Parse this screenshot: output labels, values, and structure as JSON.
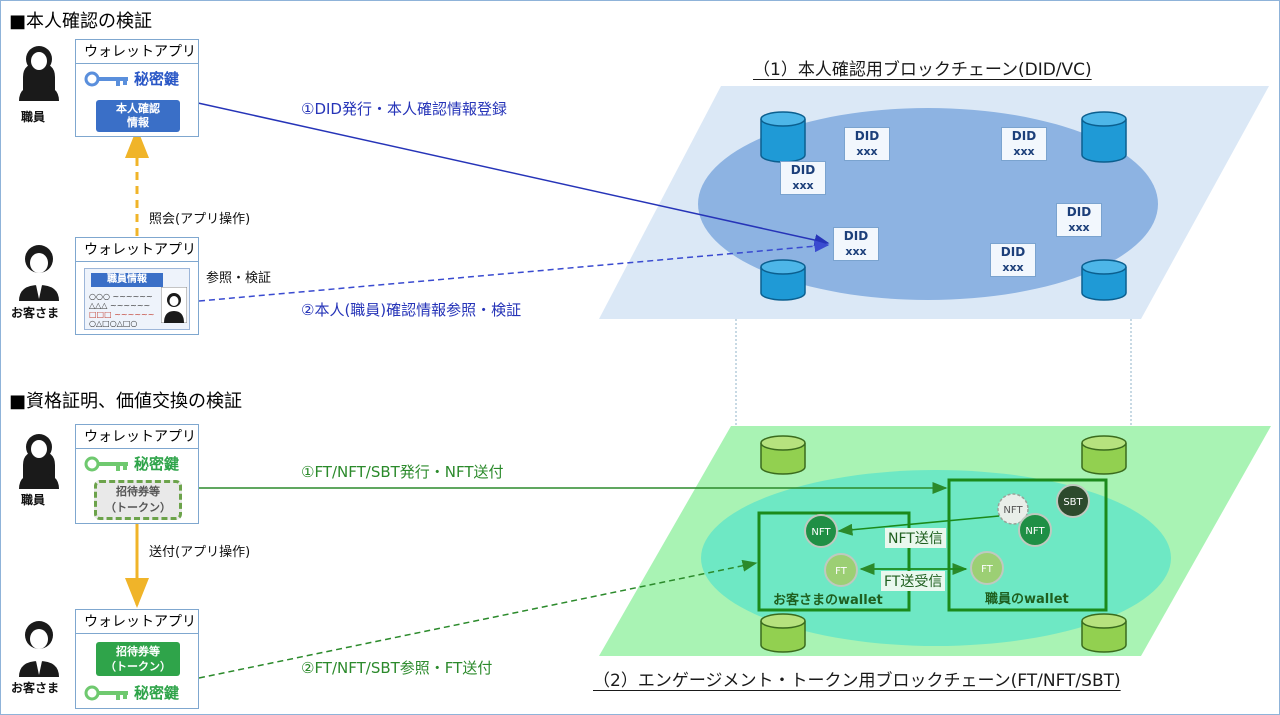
{
  "headings": {
    "section1": "■本人確認の検証",
    "section2": "■資格証明、価値交換の検証"
  },
  "blockchains": {
    "bc1_title": "（1）本人確認用ブロックチェーン(DID/VC)",
    "bc2_title": "（2）エンゲージメント・トークン用ブロックチェーン(FT/NFT/SBT)"
  },
  "people": {
    "staff": "職員",
    "customer": "お客さま"
  },
  "wallet": {
    "app_title": "ウォレットアプリ",
    "private_key": "秘密鍵",
    "id_info_line1": "本人確認",
    "id_info_line2": "情報",
    "staff_card_title": "職員情報",
    "invite_line1": "招待券等",
    "invite_line2": "（トークン）"
  },
  "arrows": {
    "did_issue": "①DID発行・本人確認情報登録",
    "did_verify": "②本人(職員)確認情報参照・検証",
    "inquiry": "照会(アプリ操作)",
    "ref_verify": "参照・検証",
    "ft_issue": "①FT/NFT/SBT発行・NFT送付",
    "ft_ref": "②FT/NFT/SBT参照・FT送付",
    "send": "送付(アプリ操作)"
  },
  "did_boxes": [
    {
      "label": "DID",
      "value": "xxx"
    },
    {
      "label": "DID",
      "value": "xxx"
    },
    {
      "label": "DID",
      "value": "xxx"
    },
    {
      "label": "DID",
      "value": "xxx"
    },
    {
      "label": "DID",
      "value": "xxx"
    },
    {
      "label": "DID",
      "value": "xxx"
    }
  ],
  "token_chain": {
    "nft_send": "NFT送信",
    "ft_exchange": "FT送受信",
    "customer_wallet": "お客さまのwallet",
    "staff_wallet": "職員のwallet",
    "nft": "NFT",
    "ft": "FT",
    "sbt": "SBT"
  },
  "colors": {
    "blue_arrow": "#2634b8",
    "green_arrow": "#2b8a2b",
    "blue_plane": "#dbe8f6",
    "blue_ellipse": "#8db3e2",
    "green_plane": "#a9f3b4",
    "green_ellipse": "#6ee8c4",
    "db_blue": "#1f9ad6",
    "db_green": "#92d050",
    "orange_dashed": "#f0b429"
  }
}
